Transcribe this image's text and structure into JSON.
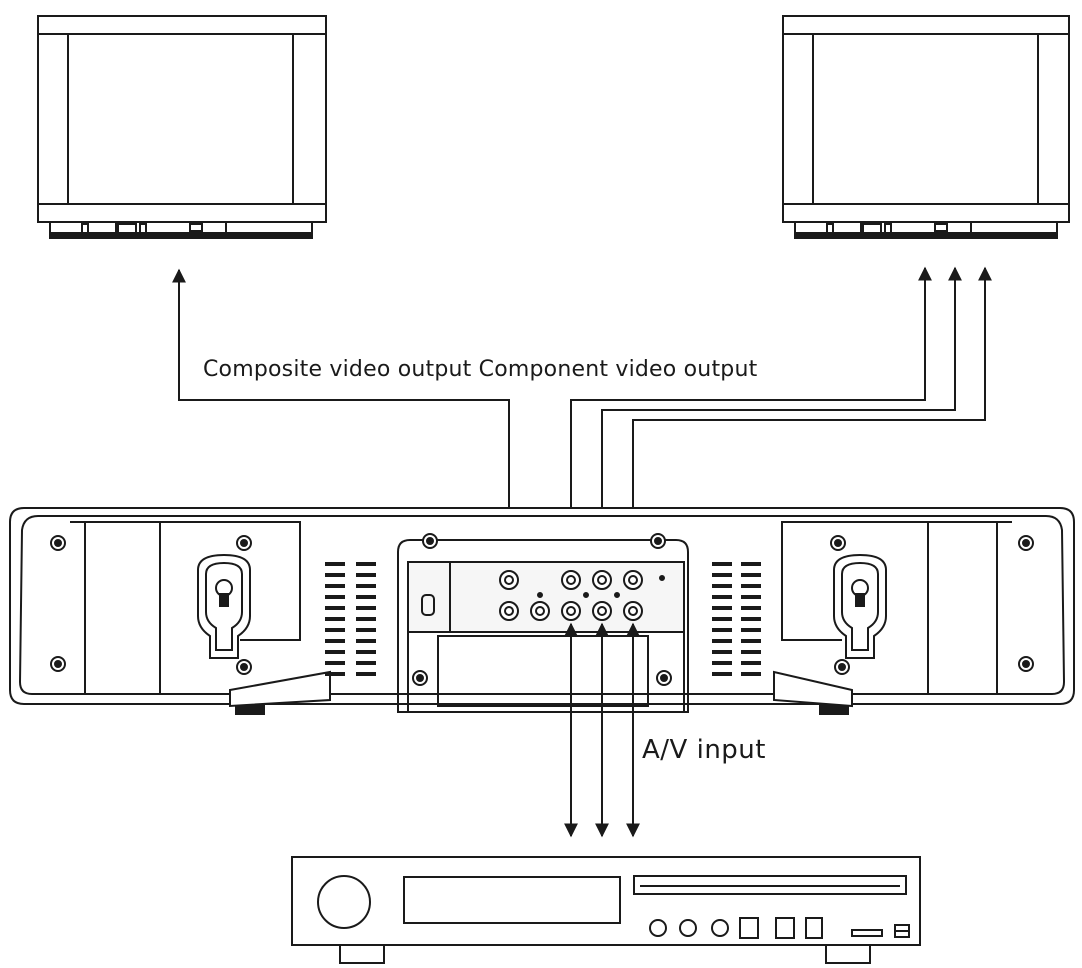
{
  "labels": {
    "outputs": "Composite video output Component video output",
    "av_input": "A/V input"
  },
  "colors": {
    "line": "#1a1a1a",
    "background": "#ffffff",
    "panel_fill": "#f6f6f6"
  },
  "components": [
    "left-tv-icon",
    "right-tv-icon",
    "soundbar-rear-panel",
    "dvd-player-icon"
  ]
}
